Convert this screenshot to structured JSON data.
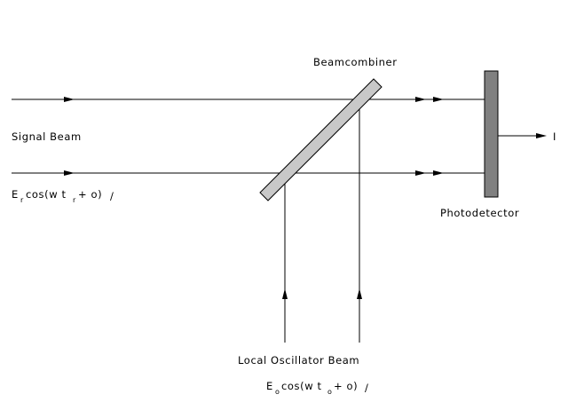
{
  "labels": {
    "beamcombiner": "Beamcombiner",
    "signal_beam": "Signal Beam",
    "photodetector": "Photodetector",
    "output_current": "I",
    "local_oscillator_beam": "Local Oscillator Beam"
  },
  "signal_equation": {
    "e": "E",
    "e_sub": "r",
    "cos_part": "cos(w t",
    "t_sub": "r",
    "tail": "+ o)",
    "slash": "/"
  },
  "lo_equation": {
    "e": "E",
    "e_sub": "o",
    "cos_part": "cos(w t",
    "t_sub": "o",
    "tail": "+ o)",
    "slash": "/"
  },
  "colors": {
    "line": "#000000",
    "beamcombiner_fill": "#c8c8c8",
    "photodetector_fill": "#808080",
    "background": "#ffffff"
  }
}
